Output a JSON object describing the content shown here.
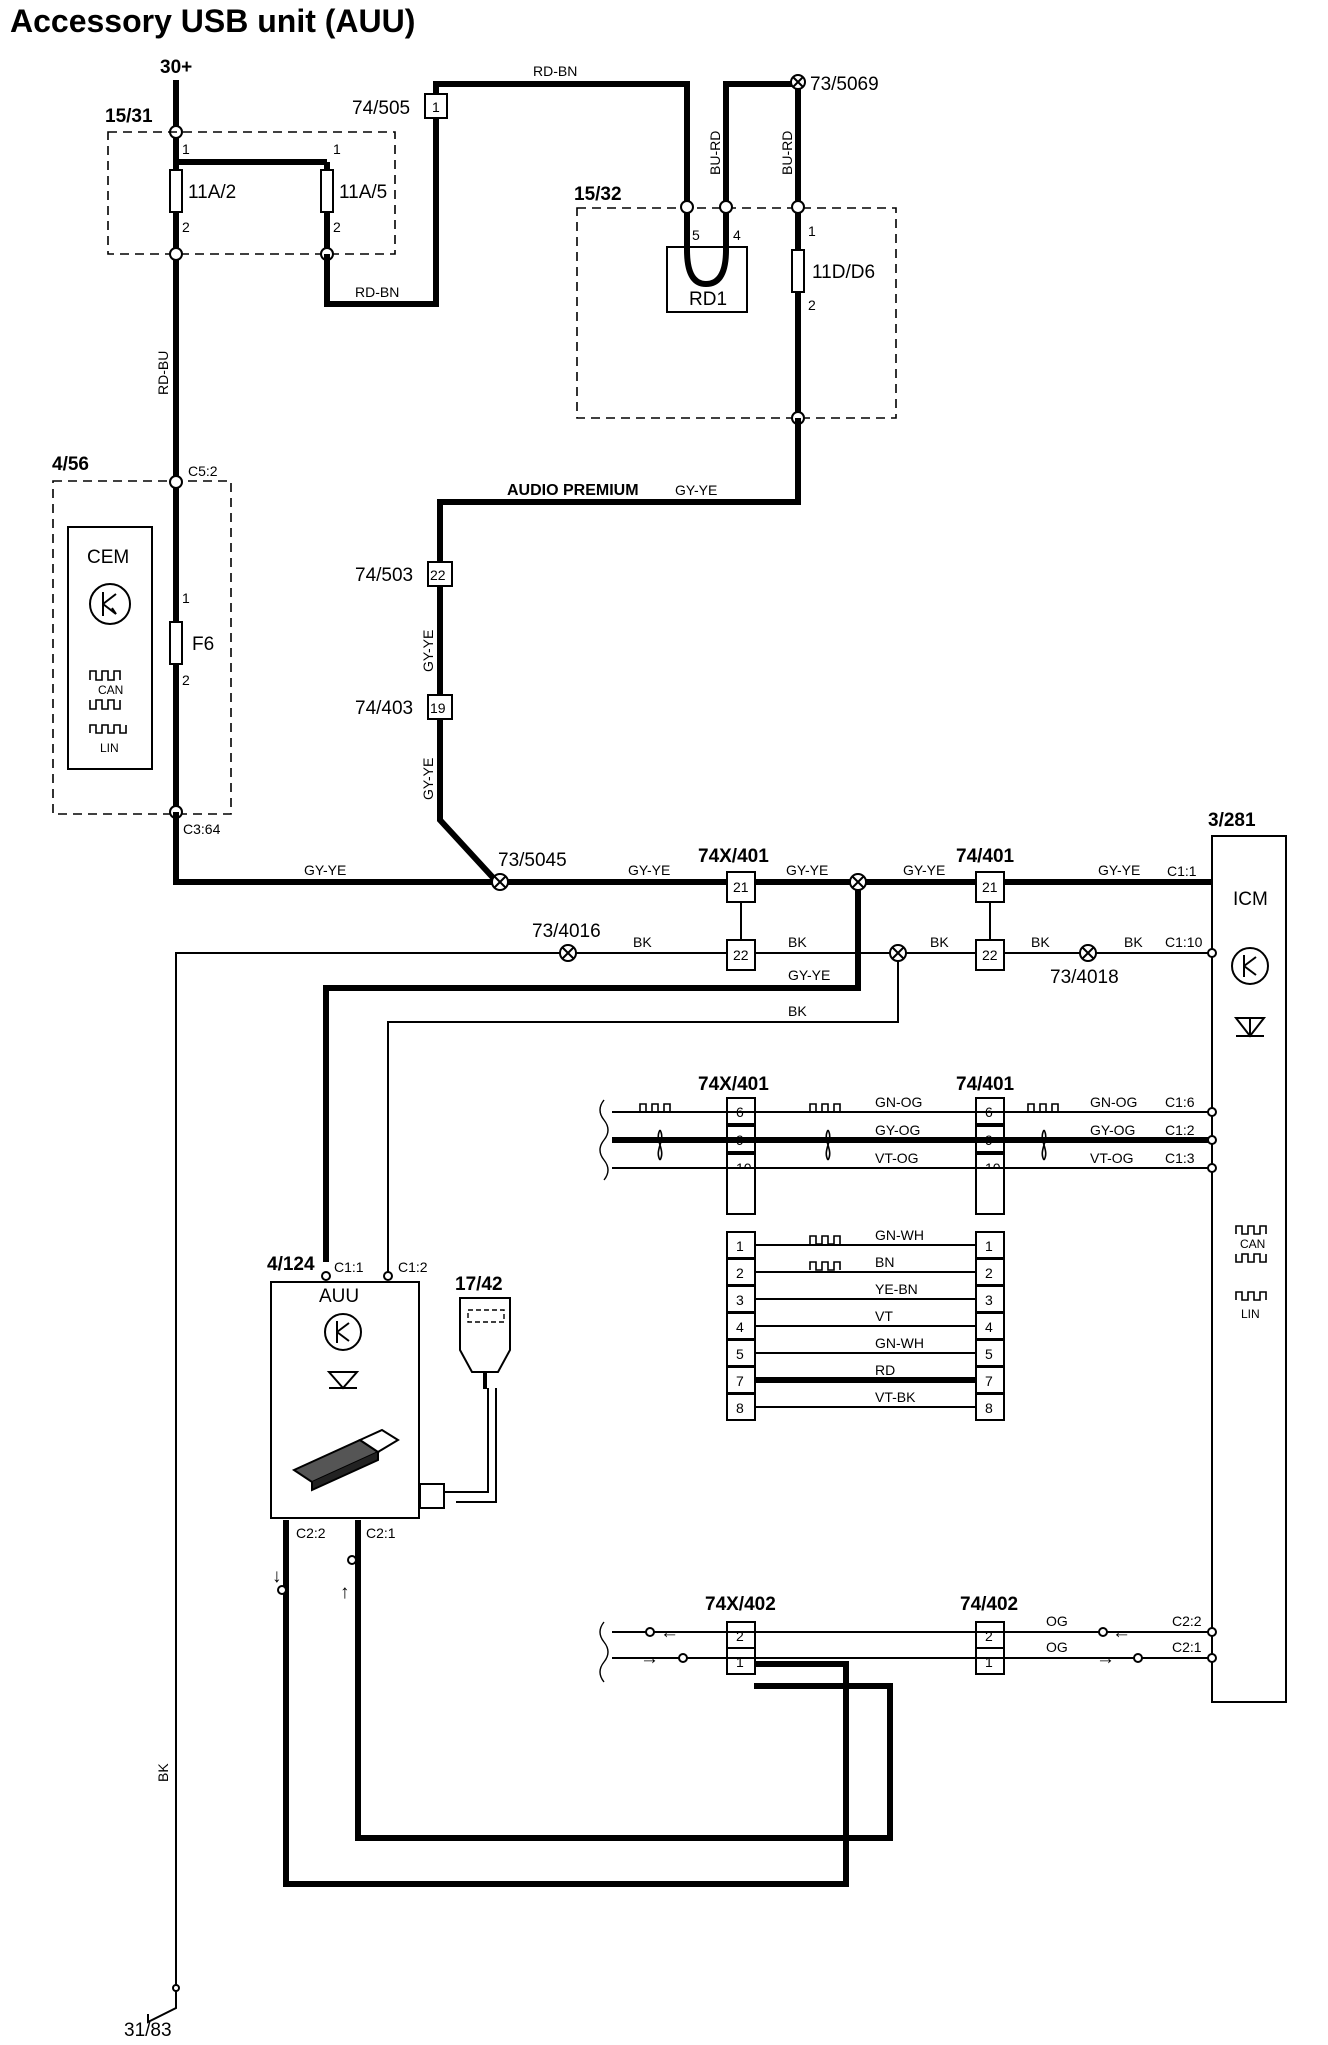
{
  "title": "Accessory USB unit (AUU)",
  "supply": {
    "top": "30+",
    "ground": "31/83"
  },
  "fusebox_1": {
    "id": "15/31",
    "fuses": [
      "11A/2",
      "11A/5"
    ],
    "pin_top": "1",
    "pin_bottom": "2"
  },
  "fusebox_2": {
    "id": "15/32",
    "relay": "RD1",
    "relay_pins": [
      "5",
      "4"
    ],
    "fuse": "11D/D6",
    "pin_top": "1",
    "pin_bottom": "2"
  },
  "cem": {
    "id": "4/56",
    "name": "CEM",
    "fuse": "F6",
    "pin_in": "C5:2",
    "pin_out": "C3:64",
    "pin_top": "1",
    "pin_bottom": "2",
    "can": "CAN",
    "lin": "LIN"
  },
  "icm": {
    "id": "3/281",
    "name": "ICM",
    "can": "CAN",
    "lin": "LIN",
    "pins": [
      "C1:1",
      "C1:10",
      "C1:6",
      "C1:2",
      "C1:3",
      "C2:2",
      "C2:1"
    ]
  },
  "auu": {
    "id": "4/124",
    "name": "AUU",
    "pins": [
      "C1:1",
      "C1:2",
      "C2:2",
      "C2:1"
    ]
  },
  "usb_port": {
    "id": "17/42"
  },
  "connectors": {
    "c74_505": {
      "id": "74/505",
      "pin": "1"
    },
    "c74_503": {
      "id": "74/503",
      "pin": "22"
    },
    "c74_403": {
      "id": "74/403",
      "pin": "19"
    },
    "c74x_401_top": {
      "id": "74X/401",
      "pins": [
        "21",
        "22"
      ]
    },
    "c74_401_top": {
      "id": "74/401",
      "pins": [
        "21",
        "22"
      ]
    },
    "c74x_401_mid": {
      "id": "74X/401",
      "pins": [
        "6",
        "9",
        "10",
        "",
        "1",
        "2",
        "3",
        "4",
        "5",
        "7",
        "8"
      ]
    },
    "c74_401_mid": {
      "id": "74/401",
      "pins": [
        "6",
        "9",
        "10",
        "",
        "1",
        "2",
        "3",
        "4",
        "5",
        "7",
        "8"
      ]
    },
    "c74x_402": {
      "id": "74X/402",
      "pins": [
        "2",
        "1"
      ]
    },
    "c74_402": {
      "id": "74/402",
      "pins": [
        "2",
        "1"
      ]
    }
  },
  "splices": [
    "73/5069",
    "73/5045",
    "73/4016",
    "73/4018"
  ],
  "wire_labels": {
    "rd_bn": "RD-BN",
    "bu_rd": "BU-RD",
    "rd_bu": "RD-BU",
    "gy_ye": "GY-YE",
    "bk": "BK",
    "audio_premium": "AUDIO PREMIUM",
    "og": "OG"
  },
  "bus_wires": [
    "GN-OG",
    "GY-OG",
    "VT-OG"
  ],
  "misc_wires": [
    "GN-WH",
    "BN",
    "YE-BN",
    "VT",
    "GN-WH",
    "RD",
    "VT-BK"
  ]
}
